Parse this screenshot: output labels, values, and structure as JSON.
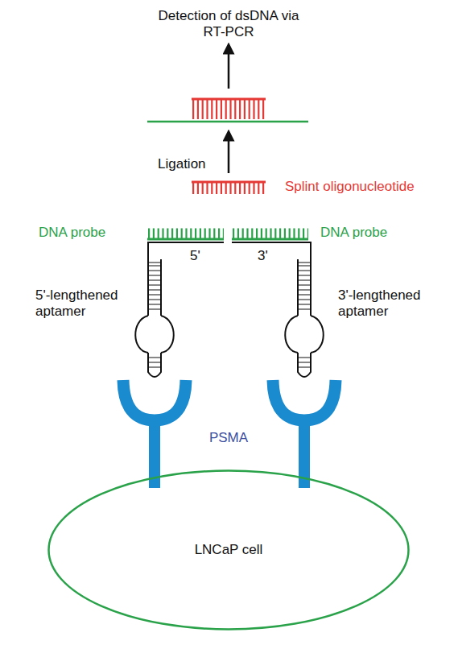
{
  "diagram": {
    "nodes": [
      {
        "text": [
          "LNCaP cell"
        ]
      }
    ],
    "labels": [
      "Detection of dsDNA via RT-PCR",
      "Ligation",
      "Splint oligonucleotide",
      "DNA probe",
      "DNA probe",
      "5'",
      "3'",
      "5'-lengthened aptamer",
      "3'-lengthened aptamer",
      "PSMA"
    ]
  }
}
